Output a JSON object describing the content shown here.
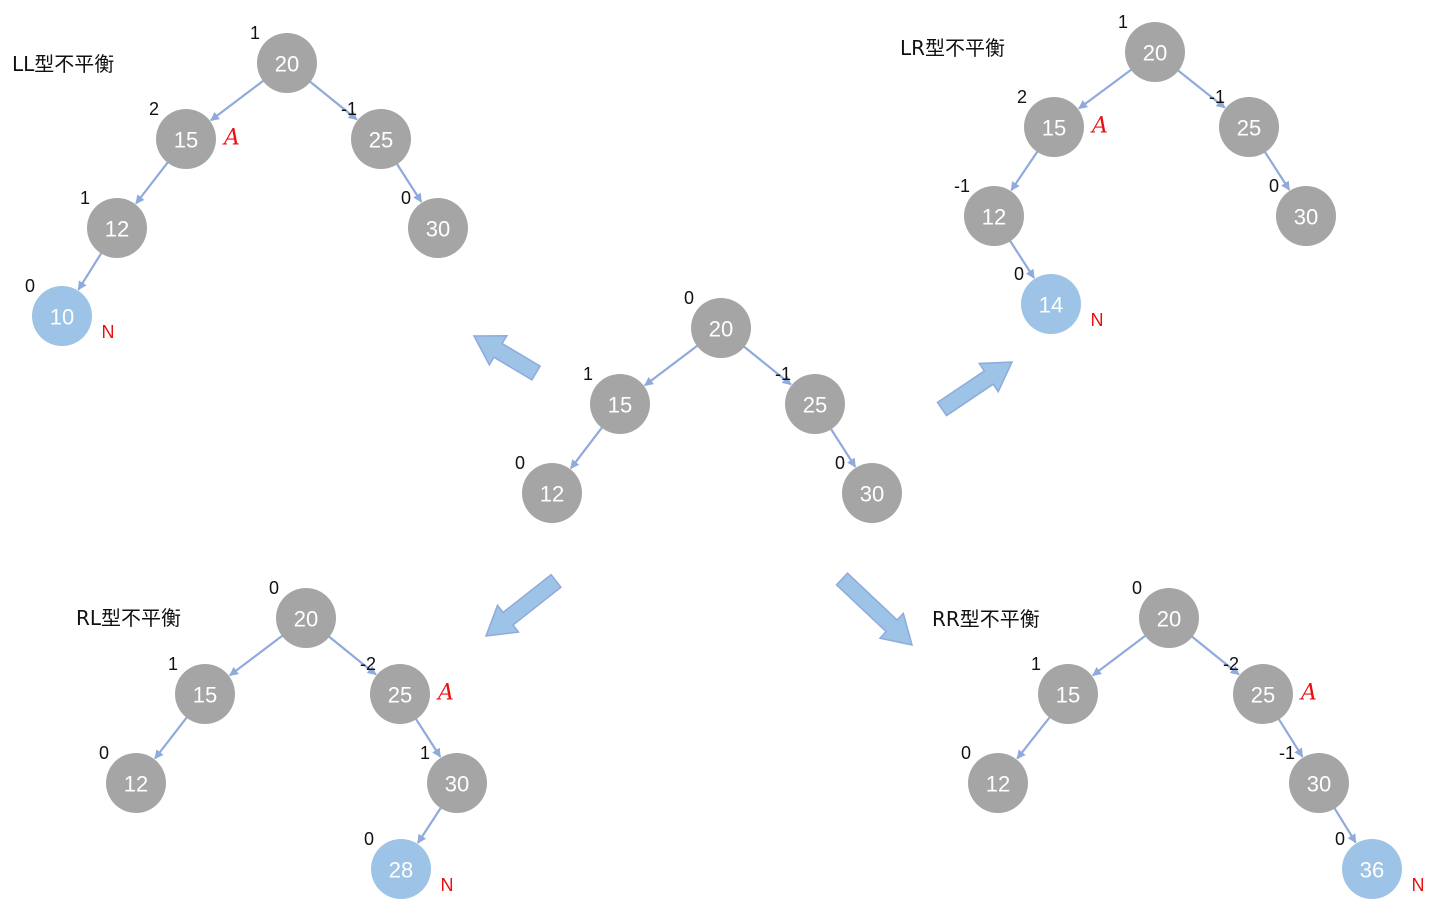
{
  "colors": {
    "node_fill": "#a5a5a5",
    "new_node_fill": "#9dc3e6",
    "edge": "#8faadc",
    "big_arrow_fill": "#9dc3e6",
    "big_arrow_stroke": "#8faadc",
    "mark": "#e81010"
  },
  "diagrams": [
    {
      "id": "center",
      "title": "",
      "nodes": [
        {
          "id": "c20",
          "value": "20",
          "bf": "0",
          "type": "normal"
        },
        {
          "id": "c15",
          "value": "15",
          "bf": "1",
          "type": "normal"
        },
        {
          "id": "c25",
          "value": "25",
          "bf": "-1",
          "type": "normal"
        },
        {
          "id": "c12",
          "value": "12",
          "bf": "0",
          "type": "normal"
        },
        {
          "id": "c30",
          "value": "30",
          "bf": "0",
          "type": "normal"
        }
      ],
      "edges": [
        [
          "c20",
          "c15"
        ],
        [
          "c20",
          "c25"
        ],
        [
          "c15",
          "c12"
        ],
        [
          "c25",
          "c30"
        ]
      ],
      "marks": []
    },
    {
      "id": "ll",
      "title": "LL型不平衡",
      "nodes": [
        {
          "id": "l20",
          "value": "20",
          "bf": "1",
          "type": "normal"
        },
        {
          "id": "l15",
          "value": "15",
          "bf": "2",
          "type": "normal"
        },
        {
          "id": "l25",
          "value": "25",
          "bf": "-1",
          "type": "normal"
        },
        {
          "id": "l12",
          "value": "12",
          "bf": "1",
          "type": "normal"
        },
        {
          "id": "l30",
          "value": "30",
          "bf": "0",
          "type": "normal"
        },
        {
          "id": "l10",
          "value": "10",
          "bf": "0",
          "type": "new"
        }
      ],
      "edges": [
        [
          "l20",
          "l15"
        ],
        [
          "l20",
          "l25"
        ],
        [
          "l15",
          "l12"
        ],
        [
          "l25",
          "l30"
        ],
        [
          "l12",
          "l10"
        ]
      ],
      "marks": [
        {
          "node": "l15",
          "text": "A"
        },
        {
          "node": "l10",
          "text": "N"
        }
      ]
    },
    {
      "id": "lr",
      "title": "LR型不平衡",
      "nodes": [
        {
          "id": "r20",
          "value": "20",
          "bf": "1",
          "type": "normal"
        },
        {
          "id": "r15",
          "value": "15",
          "bf": "2",
          "type": "normal"
        },
        {
          "id": "r25",
          "value": "25",
          "bf": "-1",
          "type": "normal"
        },
        {
          "id": "r12",
          "value": "12",
          "bf": "-1",
          "type": "normal"
        },
        {
          "id": "r30",
          "value": "30",
          "bf": "0",
          "type": "normal"
        },
        {
          "id": "r14",
          "value": "14",
          "bf": "0",
          "type": "new"
        }
      ],
      "edges": [
        [
          "r20",
          "r15"
        ],
        [
          "r20",
          "r25"
        ],
        [
          "r15",
          "r12"
        ],
        [
          "r25",
          "r30"
        ],
        [
          "r12",
          "r14"
        ]
      ],
      "marks": [
        {
          "node": "r15",
          "text": "A"
        },
        {
          "node": "r14",
          "text": "N"
        }
      ]
    },
    {
      "id": "rl",
      "title": "RL型不平衡",
      "nodes": [
        {
          "id": "b20",
          "value": "20",
          "bf": "0",
          "type": "normal"
        },
        {
          "id": "b15",
          "value": "15",
          "bf": "1",
          "type": "normal"
        },
        {
          "id": "b25",
          "value": "25",
          "bf": "-2",
          "type": "normal"
        },
        {
          "id": "b12",
          "value": "12",
          "bf": "0",
          "type": "normal"
        },
        {
          "id": "b30",
          "value": "30",
          "bf": "1",
          "type": "normal"
        },
        {
          "id": "b28",
          "value": "28",
          "bf": "0",
          "type": "new"
        }
      ],
      "edges": [
        [
          "b20",
          "b15"
        ],
        [
          "b20",
          "b25"
        ],
        [
          "b15",
          "b12"
        ],
        [
          "b25",
          "b30"
        ],
        [
          "b30",
          "b28"
        ]
      ],
      "marks": [
        {
          "node": "b25",
          "text": "A"
        },
        {
          "node": "b28",
          "text": "N"
        }
      ]
    },
    {
      "id": "rr",
      "title": "RR型不平衡",
      "nodes": [
        {
          "id": "s20",
          "value": "20",
          "bf": "0",
          "type": "normal"
        },
        {
          "id": "s15",
          "value": "15",
          "bf": "1",
          "type": "normal"
        },
        {
          "id": "s25",
          "value": "25",
          "bf": "-2",
          "type": "normal"
        },
        {
          "id": "s12",
          "value": "12",
          "bf": "0",
          "type": "normal"
        },
        {
          "id": "s30",
          "value": "30",
          "bf": "-1",
          "type": "normal"
        },
        {
          "id": "s36",
          "value": "36",
          "bf": "0",
          "type": "new"
        }
      ],
      "edges": [
        [
          "s20",
          "s15"
        ],
        [
          "s20",
          "s25"
        ],
        [
          "s15",
          "s12"
        ],
        [
          "s25",
          "s30"
        ],
        [
          "s30",
          "s36"
        ]
      ],
      "marks": [
        {
          "node": "s25",
          "text": "A"
        },
        {
          "node": "s36",
          "text": "N"
        }
      ]
    }
  ]
}
